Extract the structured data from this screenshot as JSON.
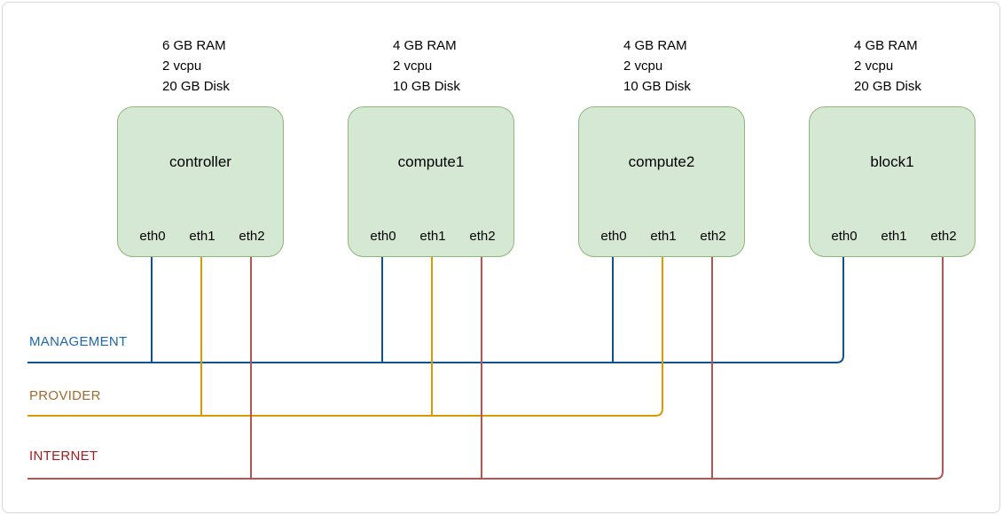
{
  "diagram": {
    "nodes": [
      {
        "name": "controller",
        "specs": [
          "6 GB RAM",
          "2 vcpu",
          "20 GB Disk"
        ],
        "interfaces": [
          "eth0",
          "eth1",
          "eth2"
        ]
      },
      {
        "name": "compute1",
        "specs": [
          "4 GB RAM",
          "2 vcpu",
          "10 GB Disk"
        ],
        "interfaces": [
          "eth0",
          "eth1",
          "eth2"
        ]
      },
      {
        "name": "compute2",
        "specs": [
          "4 GB RAM",
          "2 vcpu",
          "10 GB Disk"
        ],
        "interfaces": [
          "eth0",
          "eth1",
          "eth2"
        ]
      },
      {
        "name": "block1",
        "specs": [
          "4 GB RAM",
          "2 vcpu",
          "20 GB Disk"
        ],
        "interfaces": [
          "eth0",
          "eth1",
          "eth2"
        ]
      }
    ],
    "networks": [
      {
        "label": "MANAGEMENT",
        "line_color": "#0b5394",
        "label_color": "#1f66b0",
        "connections": [
          "controller.eth0",
          "compute1.eth0",
          "compute2.eth0",
          "block1.eth0"
        ]
      },
      {
        "label": "PROVIDER",
        "line_color": "#d79b00",
        "label_color": "#a5682a",
        "connections": [
          "controller.eth1",
          "compute1.eth1",
          "compute2.eth1"
        ]
      },
      {
        "label": "INTERNET",
        "line_color": "#b85450",
        "label_color": "#a61c1c",
        "connections": [
          "controller.eth2",
          "compute1.eth2",
          "compute2.eth2",
          "block1.eth2"
        ]
      }
    ],
    "node_style": {
      "fill": "#d5e8d4",
      "stroke": "#8cb878"
    }
  }
}
